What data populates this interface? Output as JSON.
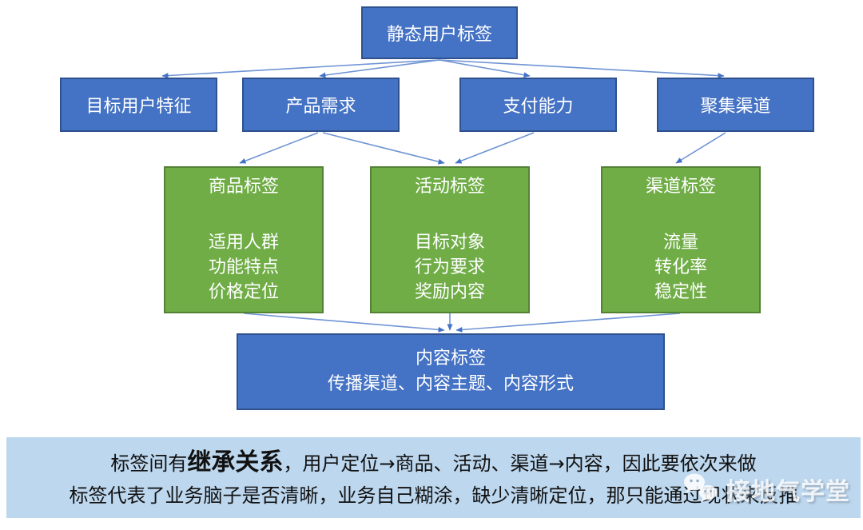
{
  "diagram": {
    "root": {
      "label": "静态用户标签"
    },
    "level2": [
      {
        "label": "目标用户特征"
      },
      {
        "label": "产品需求"
      },
      {
        "label": "支付能力"
      },
      {
        "label": "聚集渠道"
      }
    ],
    "level3": [
      {
        "title": "商品标签",
        "items": [
          "适用人群",
          "功能特点",
          "价格定位"
        ]
      },
      {
        "title": "活动标签",
        "items": [
          "目标对象",
          "行为要求",
          "奖励内容"
        ]
      },
      {
        "title": "渠道标签",
        "items": [
          "流量",
          "转化率",
          "稳定性"
        ]
      }
    ],
    "level4": {
      "title": "内容标签",
      "subtitle": "传播渠道、内容主题、内容形式"
    }
  },
  "banner": {
    "line1_prefix": "标签间有",
    "line1_bold": "继承关系",
    "line1_suffix": "，用户定位→商品、活动、渠道→内容，因此要依次来做",
    "line2": "标签代表了业务脑子是否清晰，业务自己糊涂，缺少清晰定位，那只能通过现状来反推"
  },
  "watermark": {
    "label": "接地气学堂",
    "icon": "wechat-icon"
  },
  "colors": {
    "box_blue": "#4472C4",
    "box_blue_border": "#2F528F",
    "box_green": "#70AD47",
    "box_green_border": "#548235",
    "arrow_line": "#6F94D4",
    "arrow_head": "#4472C4",
    "banner_bg": "#BDD7EE",
    "text_white": "#FFFFFF",
    "text_black": "#111111"
  }
}
